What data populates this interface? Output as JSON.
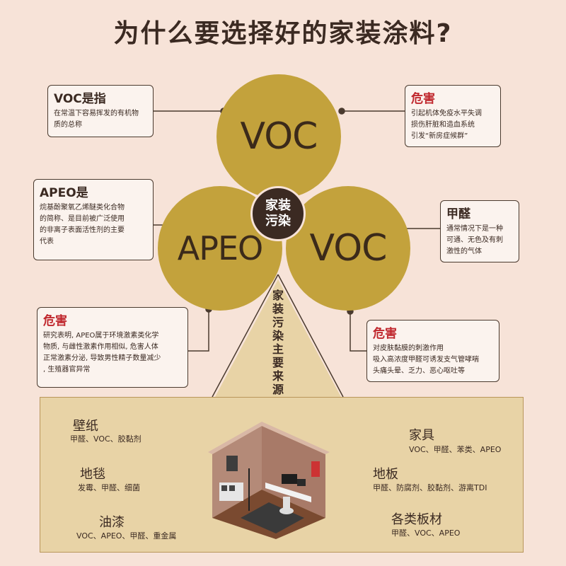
{
  "title": "为什么要选择好的家装涂料?",
  "circles": {
    "top": "VOC",
    "left": "APEO",
    "right": "VOC",
    "center": [
      "家装",
      "污染"
    ]
  },
  "boxes": {
    "voc_def": {
      "heading": "VOC是指",
      "lines": [
        "在常温下容易挥发的有机物",
        "质的总称"
      ]
    },
    "voc_harm": {
      "heading": "危害",
      "lines": [
        "引起机体免疫水平失调",
        "损伤肝脏和造血系统",
        "引发“新房症候群”"
      ]
    },
    "apeo_def": {
      "heading": "APEO是",
      "lines": [
        "烷基酚聚氧乙烯醚类化合物",
        "的简称、是目前被广泛使用",
        "的非离子表面活性剂的主要",
        "代表"
      ]
    },
    "formaldehyde": {
      "heading": "甲醛",
      "lines": [
        "通常情况下是一种",
        "可通、无色及有刺",
        "激性的气体"
      ]
    },
    "apeo_harm": {
      "heading": "危害",
      "lines": [
        "研究表明, APEO属于环境激素类化学",
        "物质, 与雌性激素作用相似, 危害人体",
        "正常激素分泌, 导致男性精子数量减少",
        ", 生殖器官异常"
      ]
    },
    "formaldehyde_harm": {
      "heading": "危害",
      "lines": [
        "对皮肤黏膜的刺激作用",
        "吸入高浓度甲醛可诱发支气管哮喘",
        "头痛头晕、乏力、恶心呕吐等"
      ]
    }
  },
  "vertical_label": [
    "家",
    "装",
    "污",
    "染",
    "主",
    "要",
    "来",
    "源"
  ],
  "sources": {
    "wallpaper": {
      "name": "壁纸",
      "desc": "甲醛、VOC、胶黏剂"
    },
    "carpet": {
      "name": "地毯",
      "desc": "发霉、甲醛、细菌"
    },
    "paint": {
      "name": "油漆",
      "desc": "VOC、APEO、甲醛、重金属"
    },
    "furniture": {
      "name": "家具",
      "desc": "VOC、甲醛、苯类、APEO"
    },
    "floor": {
      "name": "地板",
      "desc": "甲醛、防腐剂、胶黏剂、游离TDI"
    },
    "boards": {
      "name": "各类板材",
      "desc": "甲醛、VOC、APEO"
    }
  },
  "colors": {
    "background": "#f7e3d8",
    "circle": "#c3a23c",
    "dark": "#3b2a22",
    "accent_red": "#c0272d",
    "panel": "#e8d3a6"
  }
}
